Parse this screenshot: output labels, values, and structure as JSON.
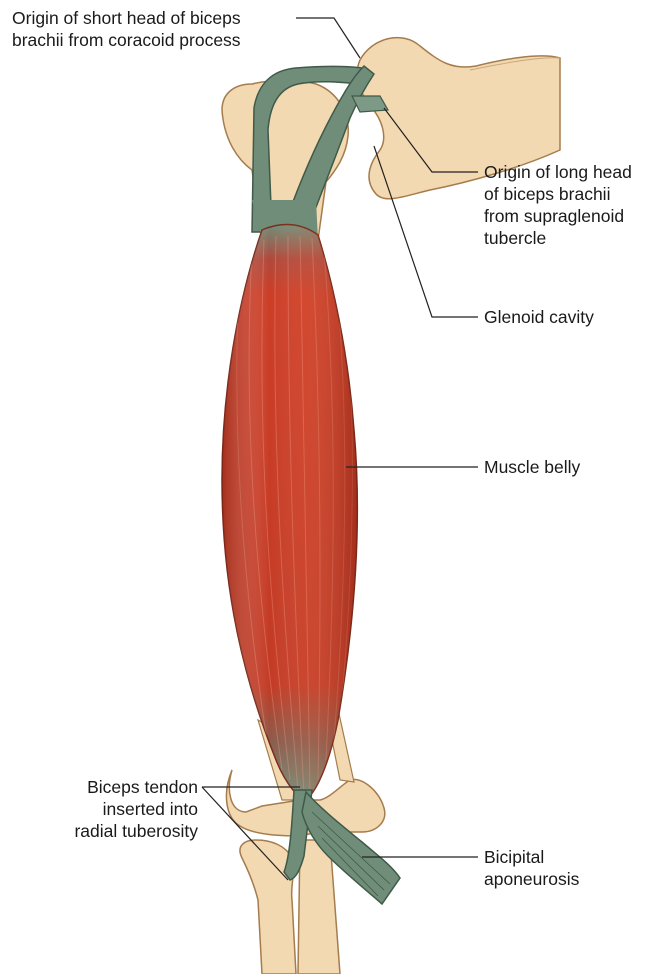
{
  "labels": {
    "short_head": [
      "Origin of short head of biceps",
      "brachii from coracoid process"
    ],
    "long_head": [
      "Origin of long head",
      "of biceps brachii",
      "from supraglenoid",
      "tubercle"
    ],
    "glenoid": "Glenoid cavity",
    "belly": "Muscle belly",
    "tendon": [
      "Biceps tendon",
      "inserted into",
      "radial tuberosity"
    ],
    "aponeurosis": [
      "Bicipital",
      "aponeurosis"
    ]
  },
  "colors": {
    "bone": "#f3d9b1",
    "bone_outline": "#a57c4d",
    "muscle": "#c8402a",
    "muscle_dark": "#9e2a18",
    "tendon": "#6f8d78",
    "tendon_dark": "#3f5a48",
    "leader": "#222222"
  }
}
